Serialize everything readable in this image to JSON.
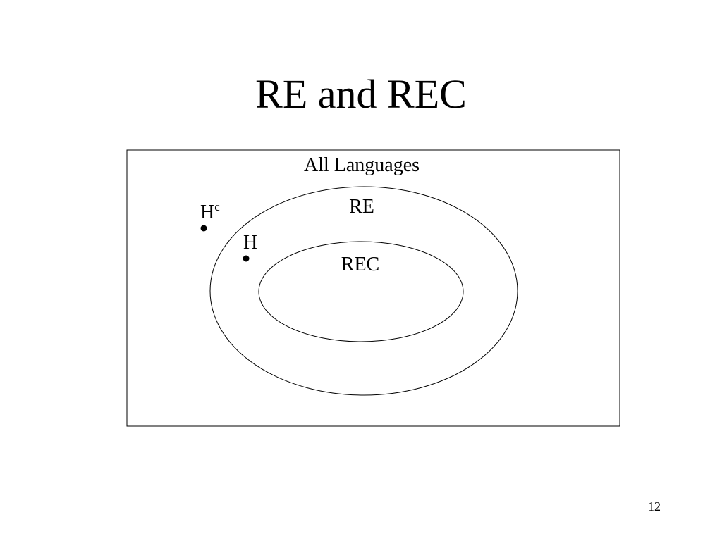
{
  "slide": {
    "title": "RE and REC",
    "page_number": "12"
  },
  "diagram": {
    "universe_label": "All Languages",
    "outer_set_label": "RE",
    "inner_set_label": "REC",
    "point_outside": {
      "base": "H",
      "superscript": "c"
    },
    "point_inside": {
      "label": "H"
    },
    "colors": {
      "stroke": "#000000",
      "background": "#ffffff"
    }
  }
}
